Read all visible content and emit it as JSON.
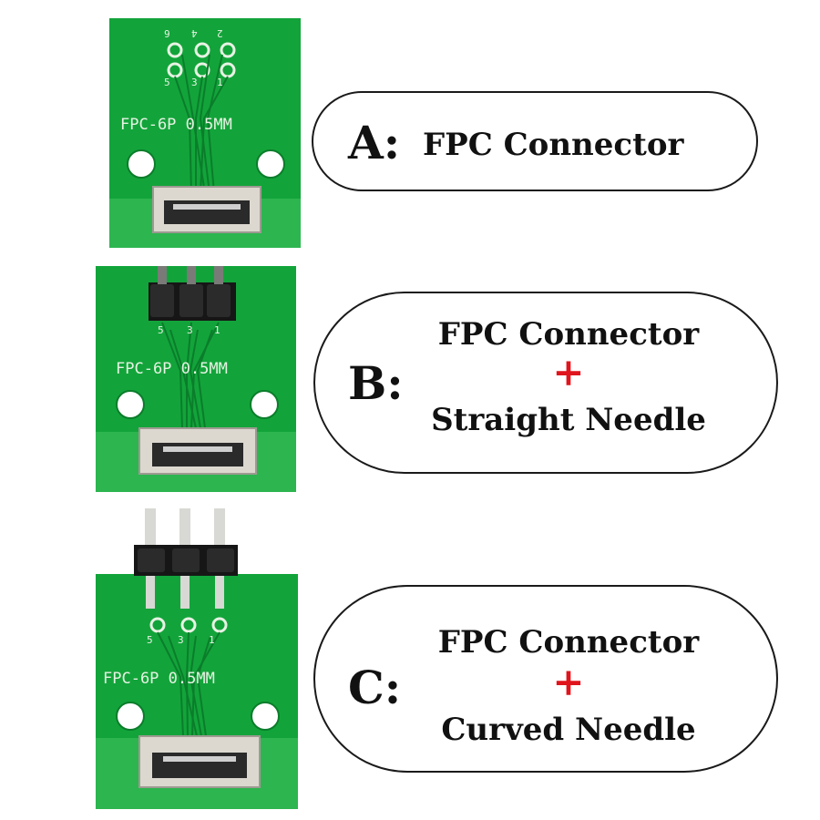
{
  "colors": {
    "pcb": "#12a43a",
    "pcb_dark": "#0b7d2b",
    "silkscreen": "#e7f2e3",
    "connector": "#dcd8d0",
    "plus": "#e0141c",
    "pill_border": "#1a1a1a",
    "header_black": "#161616",
    "pin_metal": "#d8d8d4"
  },
  "boards": [
    {
      "label": "FPC-6P 0.5MM",
      "pins_top": [
        "6",
        "4",
        "2"
      ],
      "pins_bottom": [
        "5",
        "3",
        "1"
      ]
    },
    {
      "label": "FPC-6P 0.5MM",
      "pins_bottom": [
        "5",
        "3",
        "1"
      ]
    },
    {
      "label": "FPC-6P 0.5MM",
      "pins_bottom": [
        "5",
        "3",
        "1"
      ]
    }
  ],
  "options": [
    {
      "letter": "A:",
      "line1": "FPC Connector"
    },
    {
      "letter": "B:",
      "line1": "FPC Connector",
      "plus": "+",
      "line2": "Straight Needle"
    },
    {
      "letter": "C:",
      "line1": "FPC Connector",
      "plus": "+",
      "line2": "Curved Needle"
    }
  ],
  "icons": [
    "pcb-board-icon",
    "pin-header-icon",
    "fpc-connector-icon"
  ]
}
